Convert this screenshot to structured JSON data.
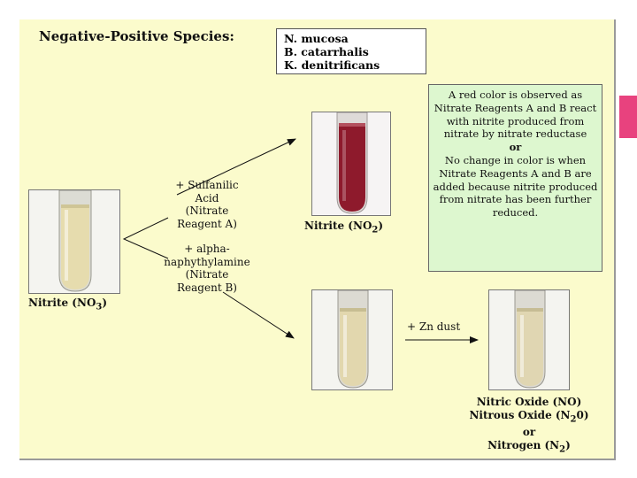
{
  "title": "Negative-Positive Species:",
  "species": [
    "N. mucosa",
    "B. catarrhalis",
    "K. denitrificans"
  ],
  "info": {
    "positive": "A red color is observed as Nitrate Reagents A and B react with nitrite produced from nitrate by nitrate reductase",
    "or_label": "or",
    "negative": "No change in color is when Nitrate Reagents A and B are added because nitrite produced from nitrate has been further reduced."
  },
  "reagents": {
    "reagent_a": [
      "+ Sulfanilic",
      "Acid",
      "(Nitrate",
      "Reagent A)"
    ],
    "reagent_b": [
      "+ alpha-",
      "naphythylamine",
      "(Nitrate",
      "Reagent B)"
    ]
  },
  "labels": {
    "start_text": "Nitrite (NO",
    "start_sub": "3",
    "start_end": ")",
    "nitrite_text": "Nitrite (NO",
    "nitrite_sub": "2",
    "nitrite_end": ")"
  },
  "zn_label": "+ Zn dust",
  "products": {
    "line1": "Nitric Oxide (NO)",
    "line2_text": "Nitrous Oxide (N",
    "line2_sub": "2",
    "line2_end": "0)",
    "line3": "or",
    "line4_text": "Nitrogen (N",
    "line4_sub": "2",
    "line4_end": ")"
  },
  "colors": {
    "panel_bg": "#fbfbcc",
    "info_bg": "#ddf7cf",
    "red_solution": "#8e1a2c",
    "clear_solution": "#e6dcae",
    "accent_pink": "#e8427e"
  }
}
